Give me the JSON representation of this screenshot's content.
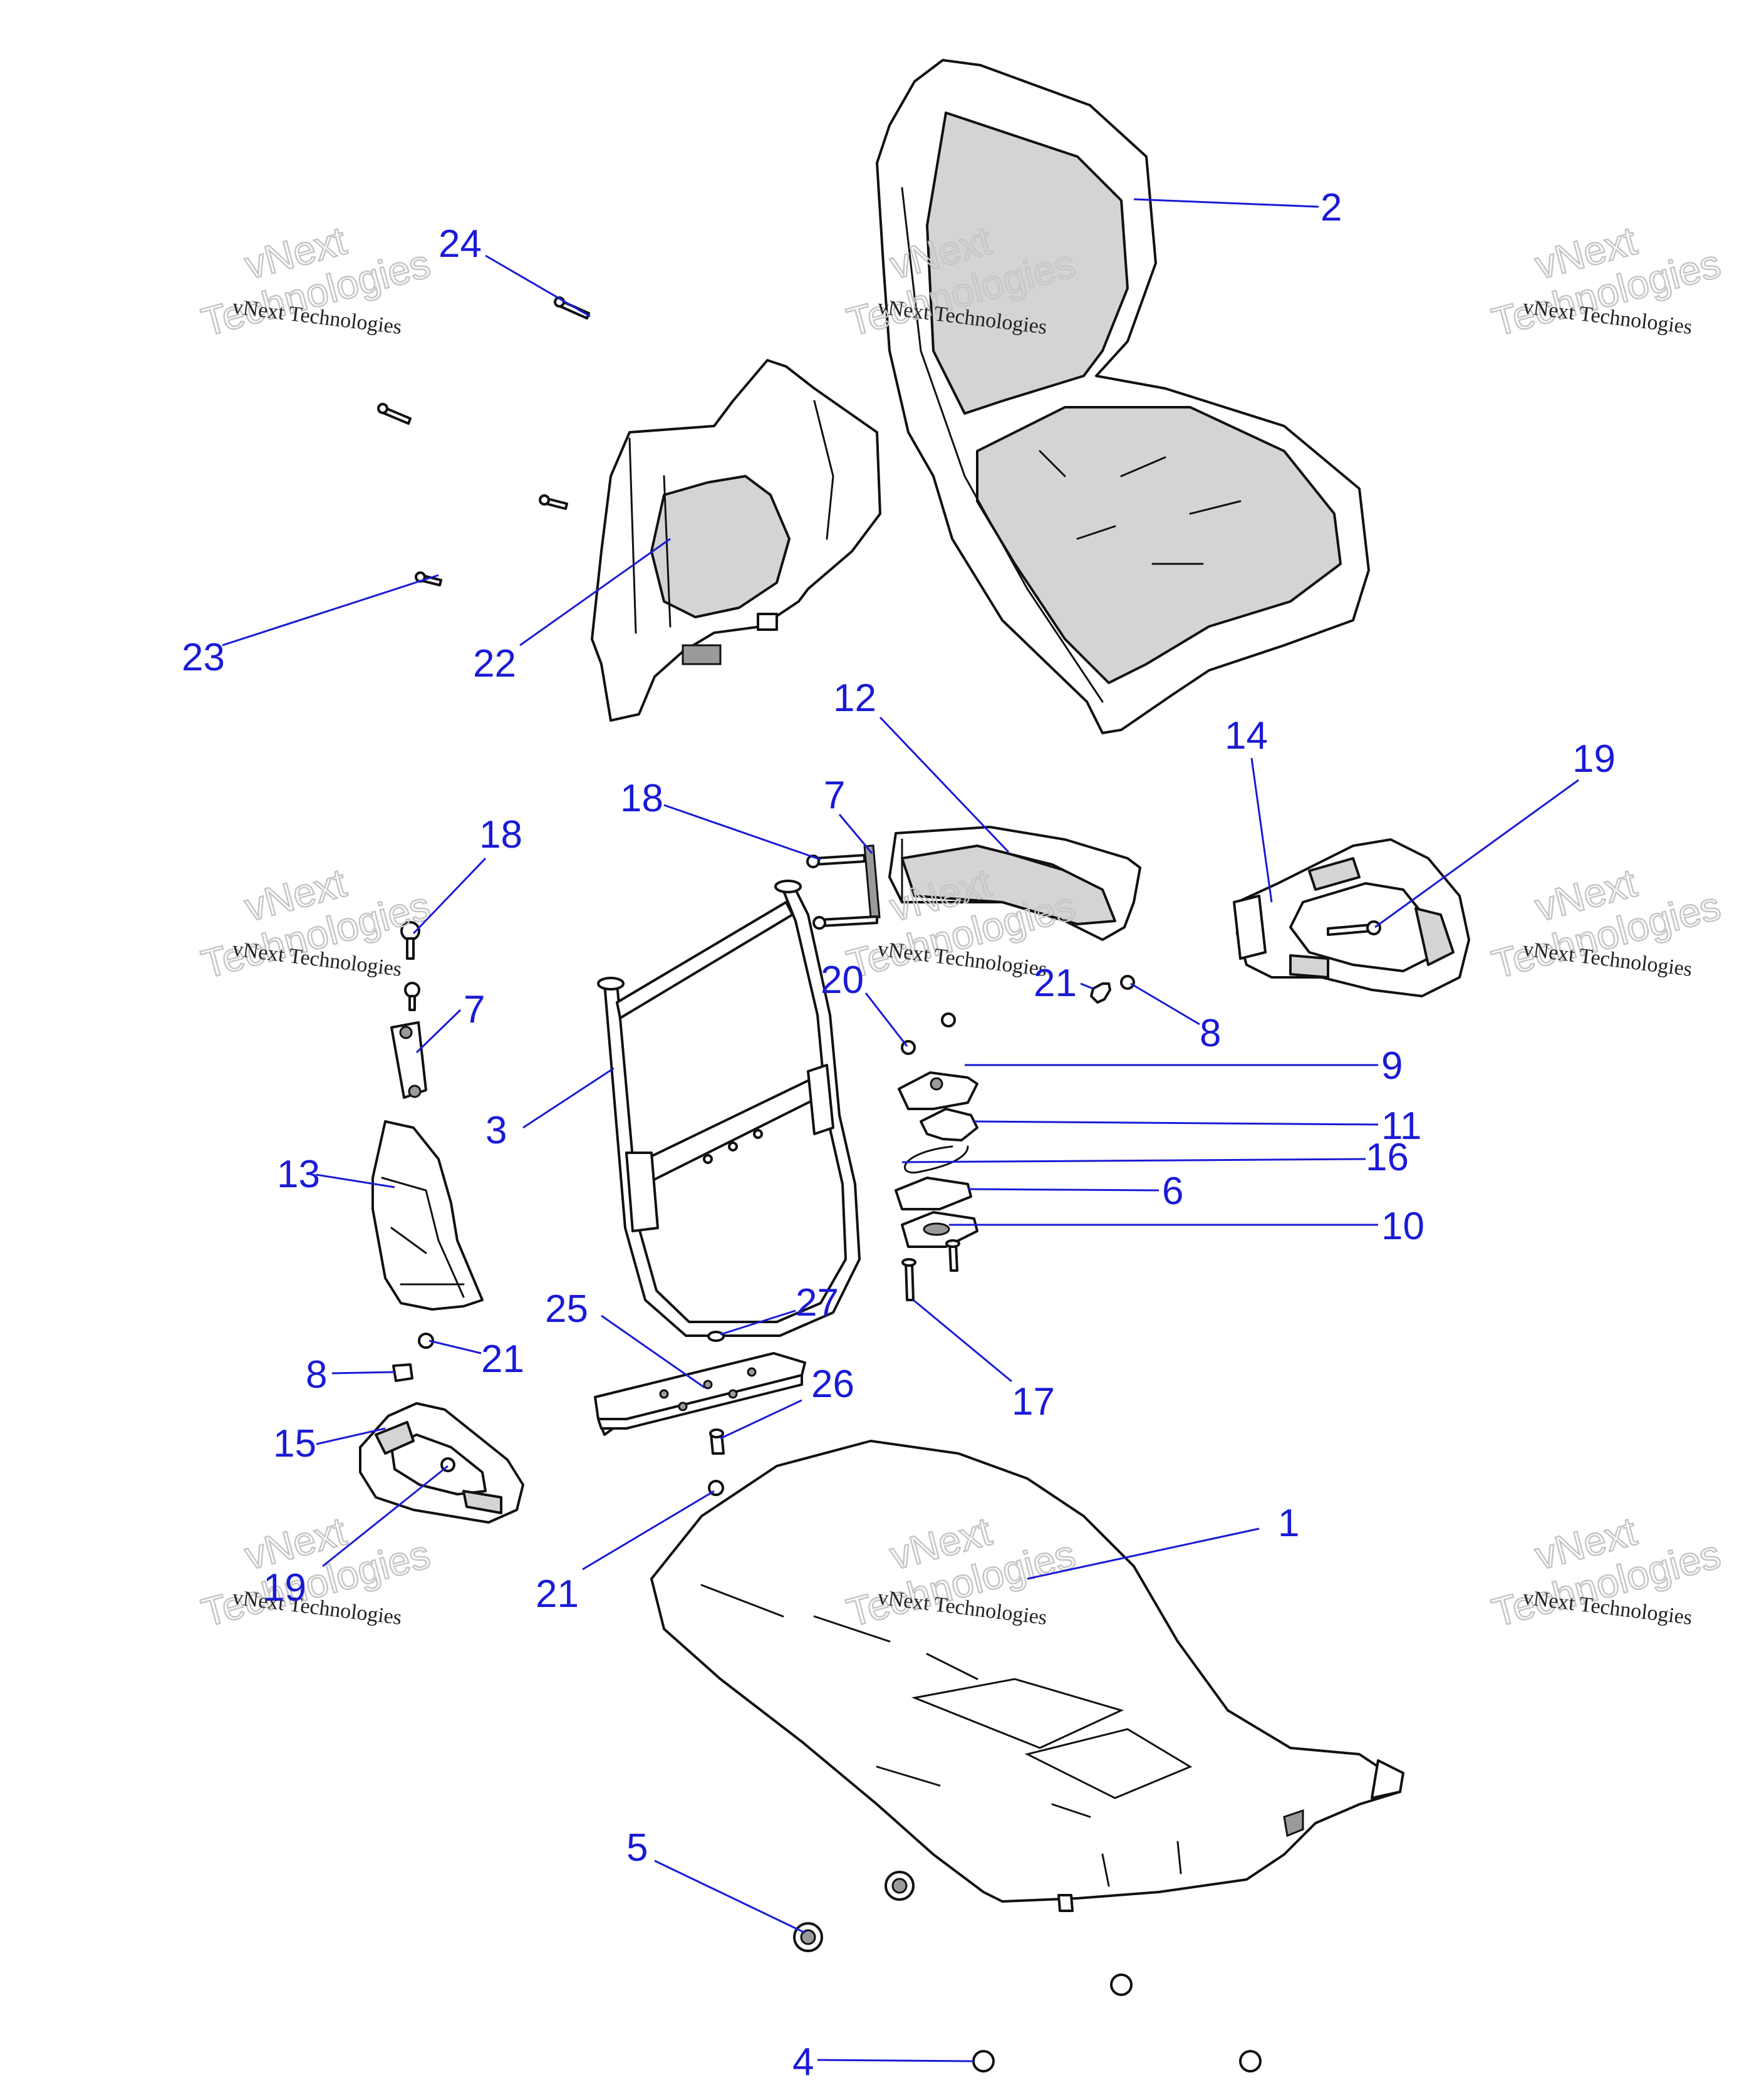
{
  "callouts": [
    {
      "id": "1",
      "label": "1"
    },
    {
      "id": "2",
      "label": "2"
    },
    {
      "id": "3",
      "label": "3"
    },
    {
      "id": "4",
      "label": "4"
    },
    {
      "id": "5",
      "label": "5"
    },
    {
      "id": "6",
      "label": "6"
    },
    {
      "id": "7a",
      "label": "7"
    },
    {
      "id": "7b",
      "label": "7"
    },
    {
      "id": "8a",
      "label": "8"
    },
    {
      "id": "8b",
      "label": "8"
    },
    {
      "id": "9",
      "label": "9"
    },
    {
      "id": "10",
      "label": "10"
    },
    {
      "id": "11",
      "label": "11"
    },
    {
      "id": "12",
      "label": "12"
    },
    {
      "id": "13",
      "label": "13"
    },
    {
      "id": "14",
      "label": "14"
    },
    {
      "id": "15",
      "label": "15"
    },
    {
      "id": "16",
      "label": "16"
    },
    {
      "id": "17",
      "label": "17"
    },
    {
      "id": "18a",
      "label": "18"
    },
    {
      "id": "18b",
      "label": "18"
    },
    {
      "id": "19a",
      "label": "19"
    },
    {
      "id": "19b",
      "label": "19"
    },
    {
      "id": "20",
      "label": "20"
    },
    {
      "id": "21a",
      "label": "21"
    },
    {
      "id": "21b",
      "label": "21"
    },
    {
      "id": "21c",
      "label": "21"
    },
    {
      "id": "22",
      "label": "22"
    },
    {
      "id": "23",
      "label": "23"
    },
    {
      "id": "24",
      "label": "24"
    },
    {
      "id": "25",
      "label": "25"
    },
    {
      "id": "26",
      "label": "26"
    },
    {
      "id": "27",
      "label": "27"
    }
  ],
  "watermark": {
    "line1": "vNext Technologies",
    "line2": "vNext",
    "line3": "Technologies"
  },
  "colors": {
    "callout": "#1a1ad6",
    "line_art": "#111111",
    "shade": "#d4d4d4",
    "watermark": "#c6c6c6"
  }
}
